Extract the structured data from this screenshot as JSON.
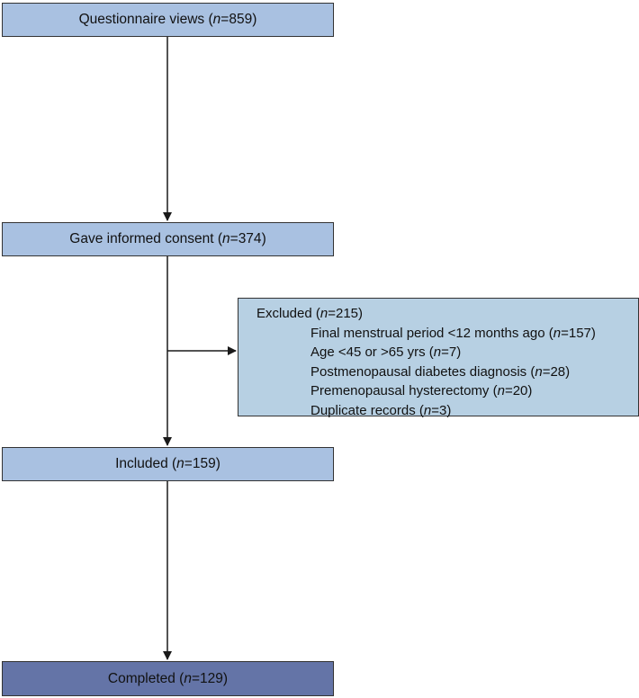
{
  "flowchart": {
    "questionnaire_views": {
      "label": "Questionnaire views",
      "n": "859"
    },
    "gave_informed_consent": {
      "label": "Gave informed consent",
      "n": "374"
    },
    "excluded": {
      "label": "Excluded",
      "n": "215",
      "reasons": [
        {
          "label": "Final menstrual period <12 months ago",
          "n": "157"
        },
        {
          "label": "Age <45 or >65 yrs",
          "n": "7"
        },
        {
          "label": "Postmenopausal diabetes diagnosis",
          "n": "28"
        },
        {
          "label": "Premenopausal hysterectomy",
          "n": "20"
        },
        {
          "label": "Duplicate records",
          "n": "3"
        }
      ]
    },
    "included": {
      "label": "Included",
      "n": "159"
    },
    "completed": {
      "label": "Completed",
      "n": "129"
    },
    "n_symbol": "n"
  },
  "colors": {
    "box_light": "#a9c1e1",
    "box_excluded": "#b7d0e3",
    "box_completed": "#6474a7",
    "border": "#333333",
    "arrow": "#1a1a1a"
  }
}
